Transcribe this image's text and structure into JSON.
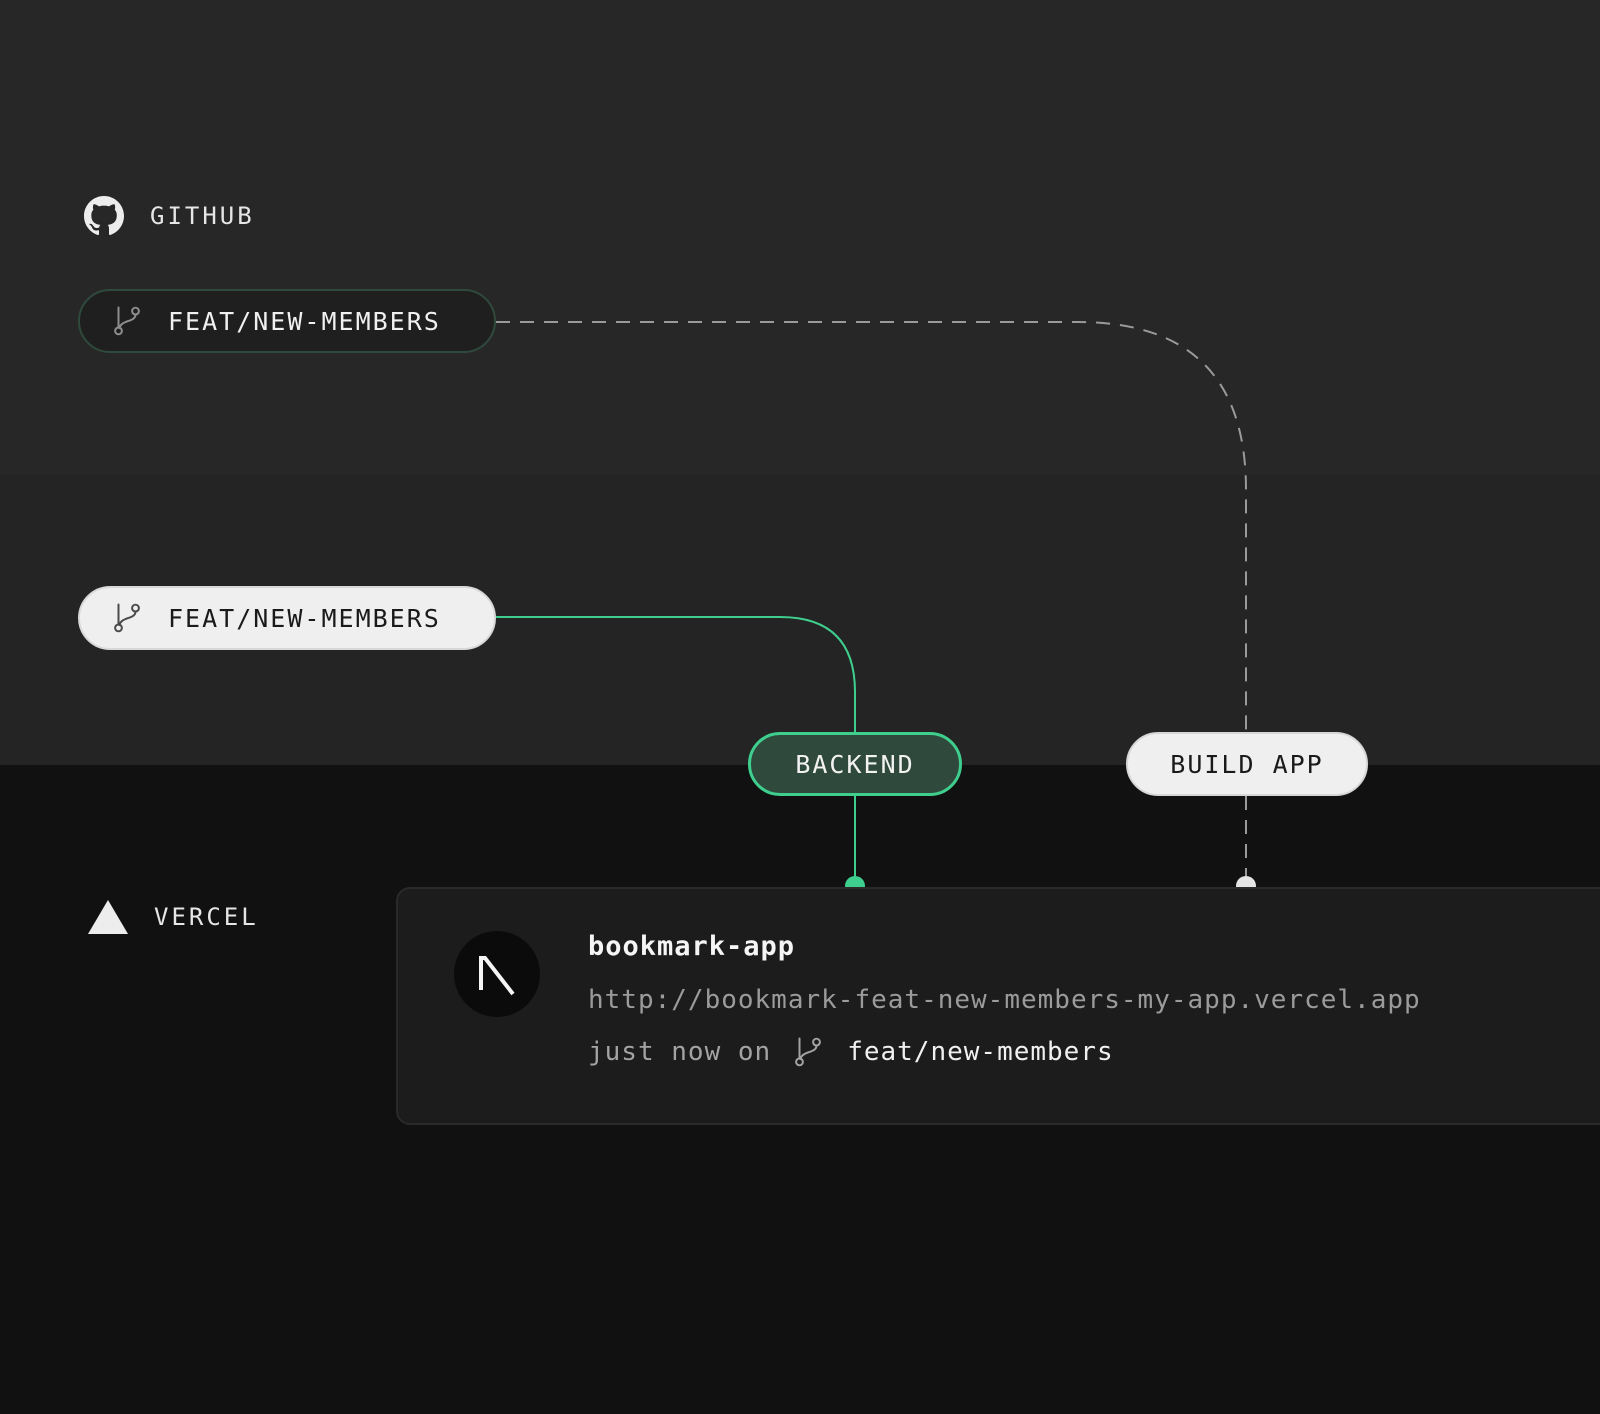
{
  "github": {
    "label": "GITHUB",
    "icon": "github-icon"
  },
  "vercel": {
    "label": "VERCEL",
    "icon": "vercel-triangle-icon"
  },
  "branches": {
    "top": {
      "label": "FEAT/NEW-MEMBERS",
      "icon": "git-branch-icon"
    },
    "middle": {
      "label": "FEAT/NEW-MEMBERS",
      "icon": "git-branch-icon"
    }
  },
  "tags": {
    "backend": "BACKEND",
    "build_app": "BUILD APP"
  },
  "deployment": {
    "project_name": "bookmark-app",
    "url": "http://bookmark-feat-new-members-my-app.vercel.app",
    "time": "just now on",
    "branch": "feat/new-members",
    "logo_letter": "N"
  },
  "colors": {
    "accent_green": "#3ecf8e",
    "backend_fill": "#2f4a3d",
    "light_pill": "#efefef",
    "dashed_line": "#9a9a9a"
  }
}
